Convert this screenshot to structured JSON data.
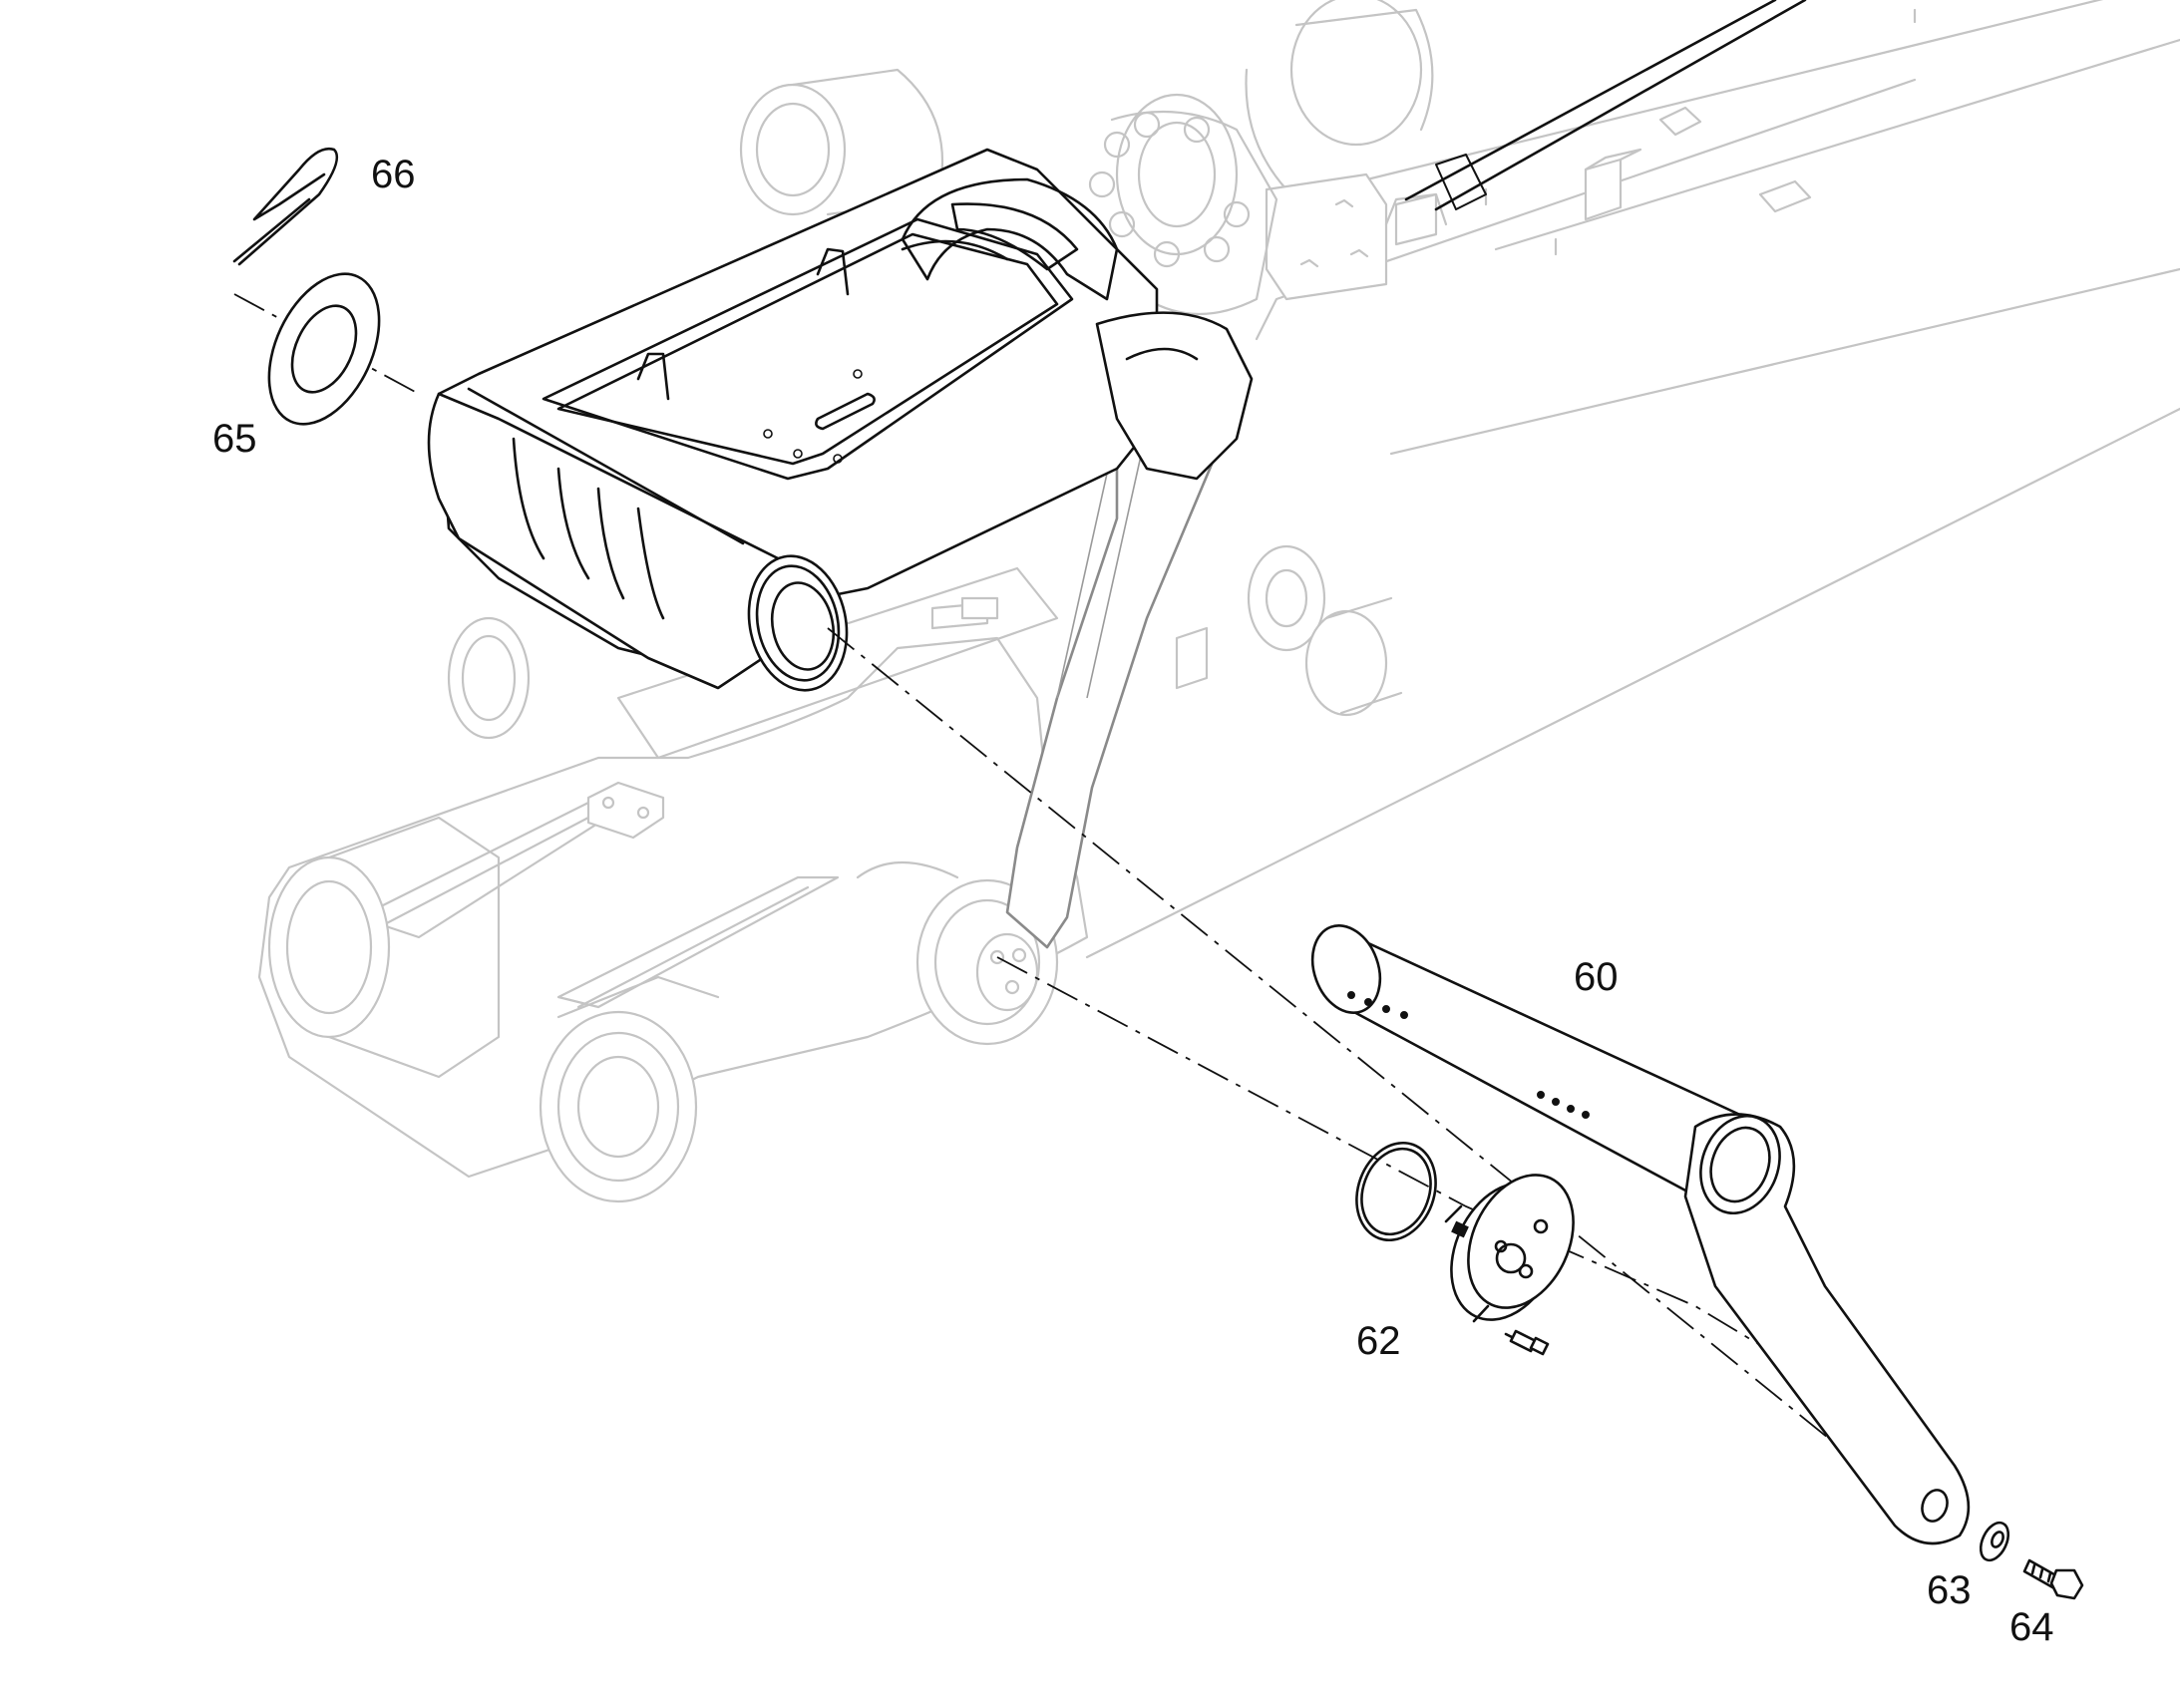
{
  "labels": {
    "p60": "60",
    "p62": "62",
    "p63": "63",
    "p64": "64",
    "p65": "65",
    "p66": "66"
  },
  "colors": {
    "ink": "#111111",
    "ghost": "#c4c4c4",
    "background": "#ffffff"
  }
}
